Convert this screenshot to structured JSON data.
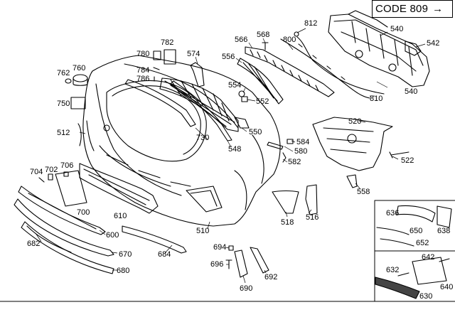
{
  "code_box": {
    "label": "CODE 809",
    "arrow": "→"
  },
  "labels": {
    "l540a": "540",
    "l540b": "540",
    "l542": "542",
    "l812": "812",
    "l800": "800",
    "l568": "568",
    "l566": "566",
    "l556": "556",
    "l574": "574",
    "l782": "782",
    "l780": "780",
    "l784": "784",
    "l786": "786",
    "l760": "760",
    "l762": "762",
    "l750": "750",
    "l554": "554",
    "l552": "552",
    "l810": "810",
    "l520": "520",
    "l512": "512",
    "l730": "730",
    "l550": "550",
    "l548": "548",
    "l584": "584",
    "l580": "580",
    "l582": "582",
    "l522": "522",
    "l704": "704",
    "l702": "702",
    "l706": "706",
    "l700": "700",
    "l610": "610",
    "l558": "558",
    "l518": "518",
    "l516": "516",
    "l510": "510",
    "l600": "600",
    "l682": "682",
    "l670": "670",
    "l680": "680",
    "l684": "684",
    "l694": "694",
    "l696": "696",
    "l690": "690",
    "l692": "692",
    "l636": "636",
    "l650": "650",
    "l638": "638",
    "l652": "652",
    "l642": "642",
    "l632": "632",
    "l640": "640",
    "l630": "630"
  }
}
